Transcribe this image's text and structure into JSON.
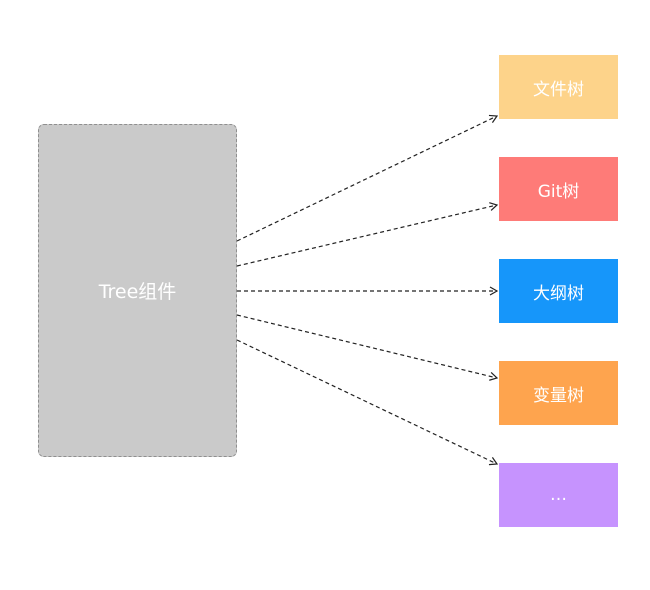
{
  "source": {
    "label": "Tree组件",
    "color": "#cacaca"
  },
  "targets": [
    {
      "label": "文件树",
      "color": "#fdd38a"
    },
    {
      "label": "Git树",
      "color": "#fe7b78"
    },
    {
      "label": "大纲树",
      "color": "#1696fa"
    },
    {
      "label": "变量树",
      "color": "#fea44e"
    },
    {
      "label": "…",
      "color": "#c693fe"
    }
  ],
  "edge_color": "#222222"
}
